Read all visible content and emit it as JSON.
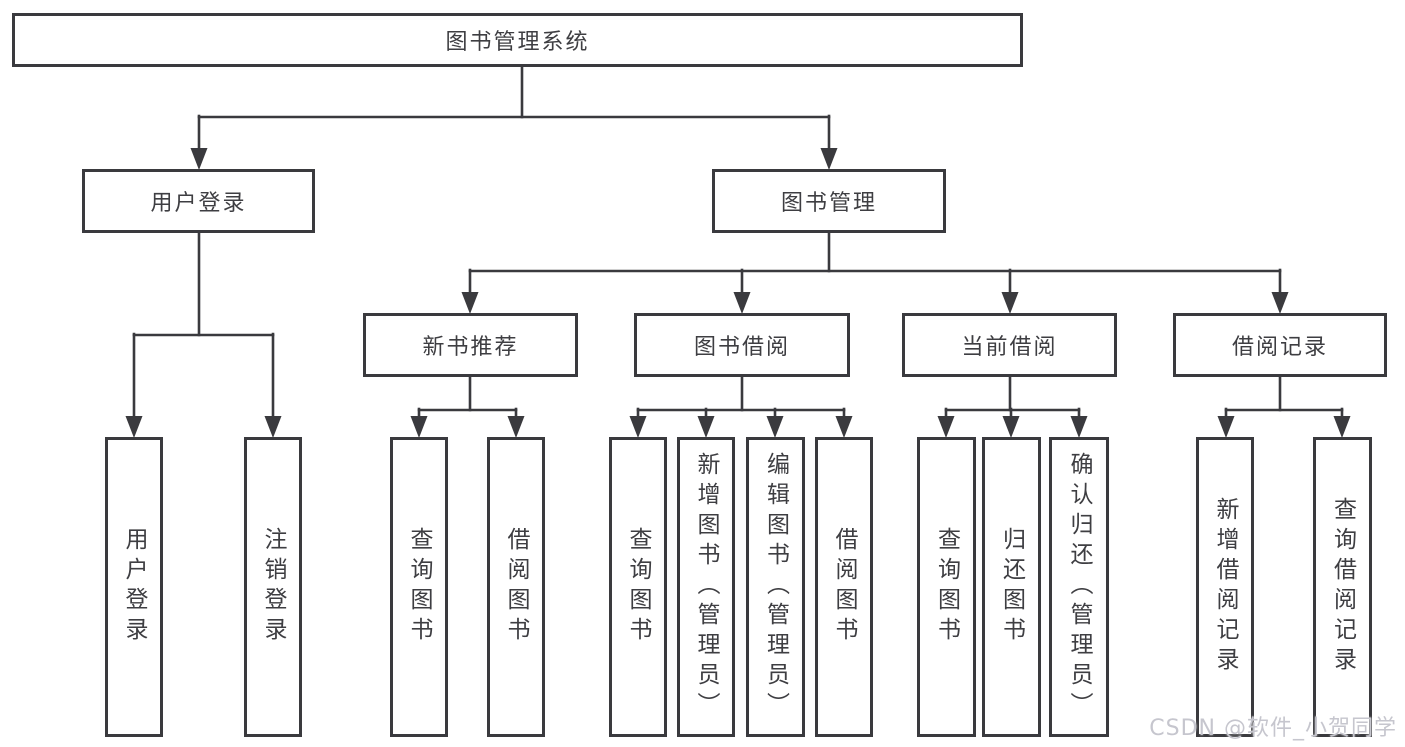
{
  "diagram": {
    "root": {
      "label": "图书管理系统"
    },
    "branches": [
      {
        "label": "用户登录",
        "children": [
          {
            "label": "用户登录"
          },
          {
            "label": "注销登录"
          }
        ]
      },
      {
        "label": "图书管理",
        "sections": [
          {
            "label": "新书推荐",
            "children": [
              {
                "label": "查询图书"
              },
              {
                "label": "借阅图书"
              }
            ]
          },
          {
            "label": "图书借阅",
            "children": [
              {
                "label": "查询图书"
              },
              {
                "label": "新增图书（管理员）"
              },
              {
                "label": "编辑图书（管理员）"
              },
              {
                "label": "借阅图书"
              }
            ]
          },
          {
            "label": "当前借阅",
            "children": [
              {
                "label": "查询图书"
              },
              {
                "label": "归还图书"
              },
              {
                "label": "确认归还（管理员）"
              }
            ]
          },
          {
            "label": "借阅记录",
            "children": [
              {
                "label": "新增借阅记录"
              },
              {
                "label": "查询借阅记录"
              }
            ]
          }
        ]
      }
    ]
  },
  "watermark": {
    "text": "CSDN @软件_小贺同学"
  },
  "colors": {
    "line": "#3a3a3e",
    "text": "#3e3e42",
    "background": "#ffffff",
    "watermark": "#c6c6ce"
  }
}
